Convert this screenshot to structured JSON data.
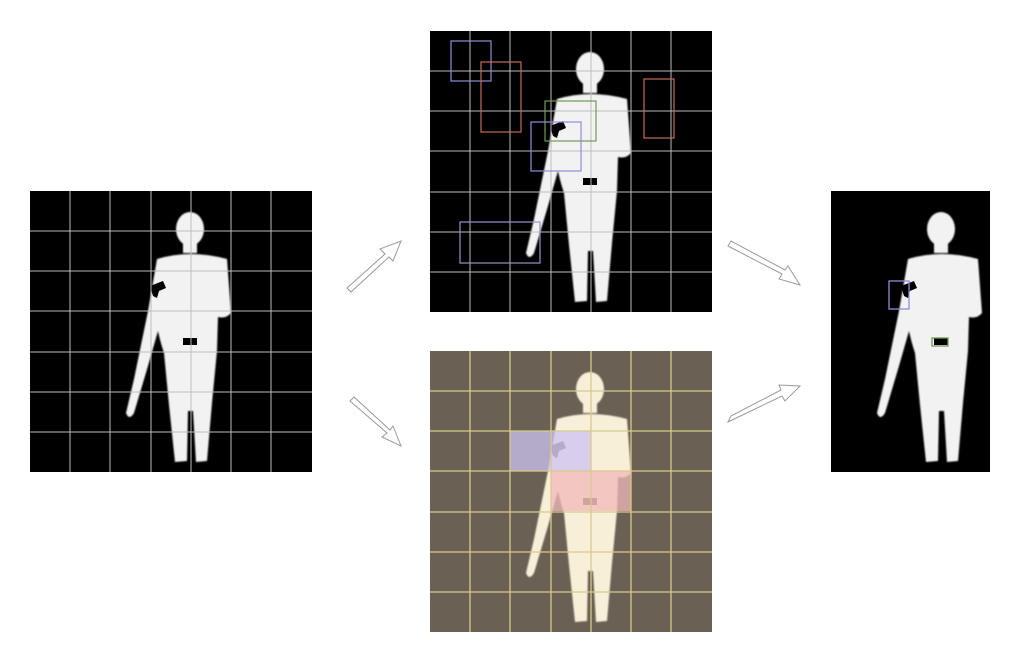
{
  "colors": {
    "background": "#ffffff",
    "panel_dark": "#000000",
    "panel_bottom": "#6a6154",
    "grid_dark": "#bdbdbd",
    "grid_bottom": "#d9c98a",
    "silhouette": "#f2f2f2",
    "silhouette_bottom": "#f8efd9",
    "box_blue": "#8d8fd8",
    "box_red": "#c96a57",
    "box_green": "#6f9a55",
    "box_purple": "#9a93c8",
    "highlight_purple": "rgba(205,195,240,0.75)",
    "highlight_red": "rgba(240,185,185,0.75)"
  },
  "panels": [
    {
      "id": "input",
      "description_name": "thermal-input-image"
    },
    {
      "id": "top",
      "description_name": "region-proposal-image"
    },
    {
      "id": "bottom",
      "description_name": "grid-attention-image"
    },
    {
      "id": "output",
      "description_name": "detection-output-image"
    }
  ],
  "arrows": [
    "input-to-top",
    "input-to-bottom",
    "top-to-output",
    "bottom-to-output"
  ]
}
